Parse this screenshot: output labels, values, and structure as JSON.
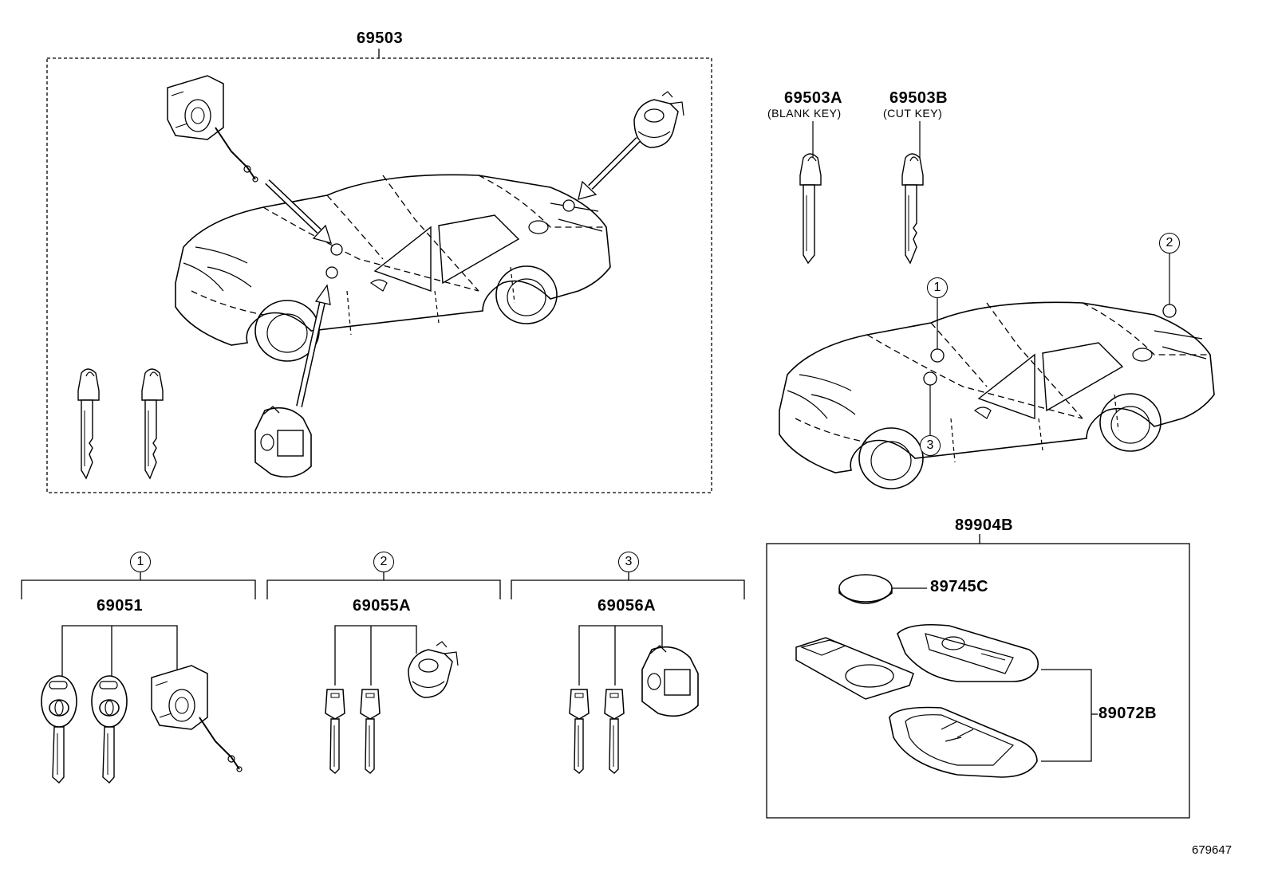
{
  "labels": {
    "main_assembly": "69503",
    "blank_key_part": "69503A",
    "blank_key_note": "(BLANK KEY)",
    "cut_key_part": "69503B",
    "cut_key_note": "(CUT KEY)",
    "group1_part": "69051",
    "group2_part": "69055A",
    "group3_part": "69056A",
    "remote_assembly": "89904B",
    "battery_part": "89745C",
    "case_part": "89072B",
    "diagram_id": "679647"
  },
  "callouts": [
    "1",
    "2",
    "3"
  ]
}
